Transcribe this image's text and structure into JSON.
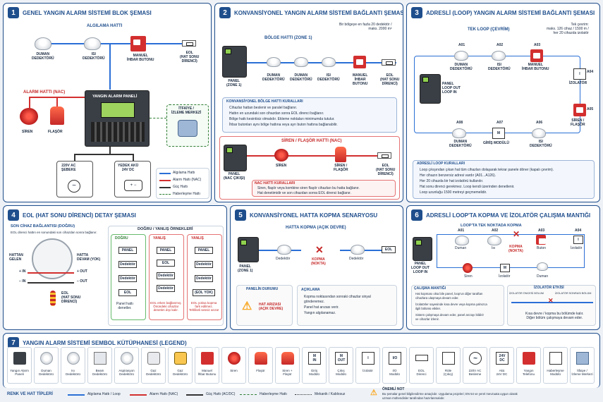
{
  "s1": {
    "num": "1",
    "title": "GENEL YANGIN ALARM SİSTEMİ BLOK ŞEMASI",
    "detect_line": "ALGILAMA HATTI",
    "smoke": "DUMAN\nDEDEKTÖRÜ",
    "heat": "ISI\nDEDEKTÖRÜ",
    "mcp": "MANUEL\nİHBAR BUTONU",
    "eol": "EOL\n(HAT SONU\nDİRENCİ)",
    "nac": "ALARM HATTI (NAC)",
    "panel": "YANGIN ALARM PANELİ",
    "siren": "SİREN",
    "flasor": "FLAŞÖR",
    "itfaiye": "İTFAİYE /\nİZLEME MERKEZİ",
    "mains": "220V AC\nŞEBEKE",
    "battery": "YEDEK AKÜ\n24V DC",
    "leg": [
      "Algılama Hattı",
      "Alarm Hattı (NAC)",
      "Güç Hattı",
      "Haberleşme Hattı"
    ]
  },
  "s2": {
    "num": "2",
    "title": "KONVANSİYONEL YANGIN ALARM SİSTEMİ BAĞLANTI ŞEMASI",
    "note": "Bir bölgeye en fazla 20 dedektör /\nmaks. 2000 m²",
    "zone": "BÖLGE HATTI (ZONE 1)",
    "panel": "PANEL\n(ZONE 1)",
    "d1": "DUMAN\nDEDEKTÖRÜ",
    "d2": "DUMAN\nDEDEKTÖRÜ",
    "d3": "ISI\nDEDEKTÖRÜ",
    "mcp": "MANUEL\nİHBAR\nBUTONU",
    "eol": "EOL\n(HAT SONU\nDİRENCİ)",
    "rules_title": "KONVANSİYONEL BÖLGE HATTI KURALLARI",
    "rules": [
      "Cihazlar hattan beslenir ve paralel bağlanır.",
      "Hattın en uzundaki son cihazdan sonra EOL direnci bağlanır.",
      "Bölge hattı kesintisiz olmalıdır. Ekleme noktaları minimumda tutulur.",
      "İhbar butonları aynı bölge hattına veya ayrı buton hattına bağlanabilir."
    ],
    "nac_title": "SİREN / FLAŞÖR HATTI (NAC)",
    "panel2": "PANEL\n(NAC ÇIKIŞI)",
    "siren": "SİREN",
    "sf": "SİREN /\nFLAŞÖR",
    "eol2": "EOL\n(HAT SONU\nDİRENCİ)",
    "nac_rules_title": "NAC HATTI KURALLARI",
    "nac_rules": [
      "Siren, flaşör veya kombine siren flaşör cihazları bu hatta bağlanır.",
      "Hat denetimidir ve son cihazdan sonra EOL direnci bağlanır."
    ]
  },
  "s3": {
    "num": "3",
    "title": "ADRESLİ (LOOP) YANGIN ALARM SİSTEMİ BAĞLANTI ŞEMASI",
    "loop": "TEK LOOP (ÇEVRİM)",
    "note": "Tek çevrim:\nmaks. 126 cihaz / 1500 m /\nher 20 cihazda izolatör",
    "panel": "PANEL\nLOOP OUT\nLOOP IN",
    "a01": "A01",
    "a02": "A02",
    "a03": "A03",
    "a04": "A04",
    "a05": "A05",
    "a06": "A06",
    "a07": "A07",
    "a08": "A08",
    "l01": "DUMAN\nDEDEKTÖRÜ",
    "l02": "ISI\nDEDEKTÖRÜ",
    "l03": "MANUEL\nİHBAR BUTONU",
    "l04": "İZOLATÖR",
    "l05": "SİREN /\nFLAŞÖR",
    "l06": "ISI\nDEDEKTÖRÜ",
    "l07": "GİRİŞ MODÜLÜ",
    "l08": "DUMAN\nDEDEKTÖRÜ",
    "mod": "M",
    "iso": "I",
    "rules_title": "ADRESLİ LOOP KURALLARI",
    "rules": [
      "Loop çıkışından çıkan hat tüm cihazları dolaşarak tekrar panele döner (kapalı çevrim).",
      "Her cihazın benzersiz adresi vardır (A01...A126).",
      "Her 20 cihazda bir hat izolatörü kullanılır.",
      "Hat sonu direnci gerekmez. Loop kendi üzerinden denetlenir.",
      "Loop uzunluğu 1500 metreyi geçmemelidir."
    ]
  },
  "s4": {
    "num": "4",
    "title": "EOL (HAT SONU DİRENCİ) DETAY ŞEMASI",
    "sub": "SON CİHAZ BAĞLANTISI (DOĞRU)",
    "desc": "EOL direnci hattın en sonundaki son cihazdan sonra bağlanır.",
    "in": "HATTAN\nGELEN",
    "out": "HATTA\nDEVAM (YOK)",
    "pin": "+ IN",
    "nin": "− IN",
    "pout": "+ OUT",
    "nout": "− OUT",
    "eol": "EOL\n(HAT SONU\nDİRENCİ)",
    "ex_title": "DOĞRU / YANLIŞ ÖRNEKLERİ",
    "c1": "DOĞRU",
    "c2": "YANLIŞ",
    "c3": "YANLIŞ",
    "p": "PANEL",
    "dd": "Dedektör",
    "e": "EOL",
    "eyok": "(EOL YOK)",
    "d1": "Panel hattı\ndenetler.",
    "d2": "EOL erken bağlanmış.\nÖnündeki cihazlar\ndenetim dışı kalır.",
    "d3": "EOL yoksa kopma\nfark edilmez.\nTehlikeli sessiz arıza!"
  },
  "s5": {
    "num": "5",
    "title": "KONVANSİYONEL HATTA KOPMA SENARYOSU",
    "sub": "HATTA KOPMA (AÇIK DEVRE)",
    "panel": "PANEL\n(ZONE 1)",
    "det": "Dedektör",
    "kopma": "KOPMA\n(NOKTA)",
    "eol": "EOL",
    "status_title": "PANELİN DURUMU",
    "status": "HAT ARIZASI\n(AÇIK DEVRE)",
    "exp_title": "AÇIKLAMA",
    "exp": [
      "Kopma noktasından sonraki cihazlar sinyal\ngönderemez.",
      "Panel hat arızası verir.",
      "Yangın algılanamaz."
    ]
  },
  "s6": {
    "num": "6",
    "title": "ADRESLİ LOOP'TA KOPMA VE İZOLATÖR ÇALIŞMA MANTIĞI",
    "sub": "LOOP'TA TEK NOKTADA KOPMA",
    "a01": "A01",
    "a02": "A02",
    "a03": "A03",
    "a04": "A04",
    "duman": "Duman",
    "isi": "Isı",
    "buton": "Buton",
    "izolator": "İzolatör",
    "panel": "PANEL\nLOOP OUT\nLOOP IN",
    "kopma": "KOPMA\n(NOKTA)",
    "siren": "Siren",
    "mod": "M",
    "iso": "I",
    "work_title": "ÇALIŞMA MANTIĞI",
    "work": [
      "Hat kopması olsa bile panel, loop'un diğer taraftan\ncihazlara ulaşmaya devam eder.",
      "İzolatörler sayesinde kısa devre veya kopma yalnızca\nilgili bölümü etkiler.",
      "Sistem çalışmaya devam eder, panel arızayı bildirir\nve cihazlar izlenir."
    ],
    "eff_title": "İZOLATÖR ETKİSİ",
    "before": "İZOLATÖR ÖNCESİ BÖLÜM",
    "after": "İZOLATÖR SONRASI BÖLÜM",
    "eff": "Kısa devre / kopma bu bölümde kalır.\nDiğer bölüm çalışmaya devam eder."
  },
  "s7": {
    "num": "7",
    "title": "YANGIN ALARM SİSTEMİ SEMBOL KÜTÜPHANESİ (LEGEND)",
    "items": [
      "Yangın Alarm\nPaneli",
      "Duman\nDedektörü",
      "Isı\nDedektörü",
      "Beam\nDedektörü",
      "Aspirasyon\nDedektörü",
      "Gaz\nDedektörü",
      "Gaz\nDedektörü",
      "Manuel\nİhbar Butonu",
      "Siren",
      "Flaşör",
      "Siren +\nFlaşör",
      "Giriş\nModülü",
      "Çıkış\nModülü",
      "İzolatör",
      "I/O\nModülü",
      "EOL\nDirenci",
      "Röle\n(Çıkış)",
      "220V AC\nBesleme",
      "Akü\n24V DC",
      "Yangın\nTelefonu",
      "Haberleşme\nModülü",
      "İtfaiye /\nİzleme Merkezi"
    ],
    "m_in": "M\nIN",
    "m_out": "M\nOUT",
    "iso": "I",
    "io": "I/O",
    "ac": "~",
    "bat": "24V\nDC"
  },
  "footer": {
    "title": "RENK VE HAT TİPLERİ",
    "l1": "Algılama Hattı / Loop",
    "l2": "Alarm Hattı (NAC)",
    "l3": "Güç Hattı (AC/DC)",
    "l4": "Haberleşme Hattı",
    "l5": "Mekanik / Kablosuz",
    "note_title": "ÖNEMLİ NOT",
    "note": "Bu şemalar genel bilgilendirme amaçlıdır. Uygulama projeleri; EN 54 ve yerel mevzuata uygun olarak\nuzman mühendisler tarafından hazırlanmalıdır."
  },
  "colors": {
    "blue": "#2a6fd6",
    "red": "#d32f2f",
    "black": "#333333",
    "green": "#2e7d32",
    "navy": "#1f4e8c"
  }
}
